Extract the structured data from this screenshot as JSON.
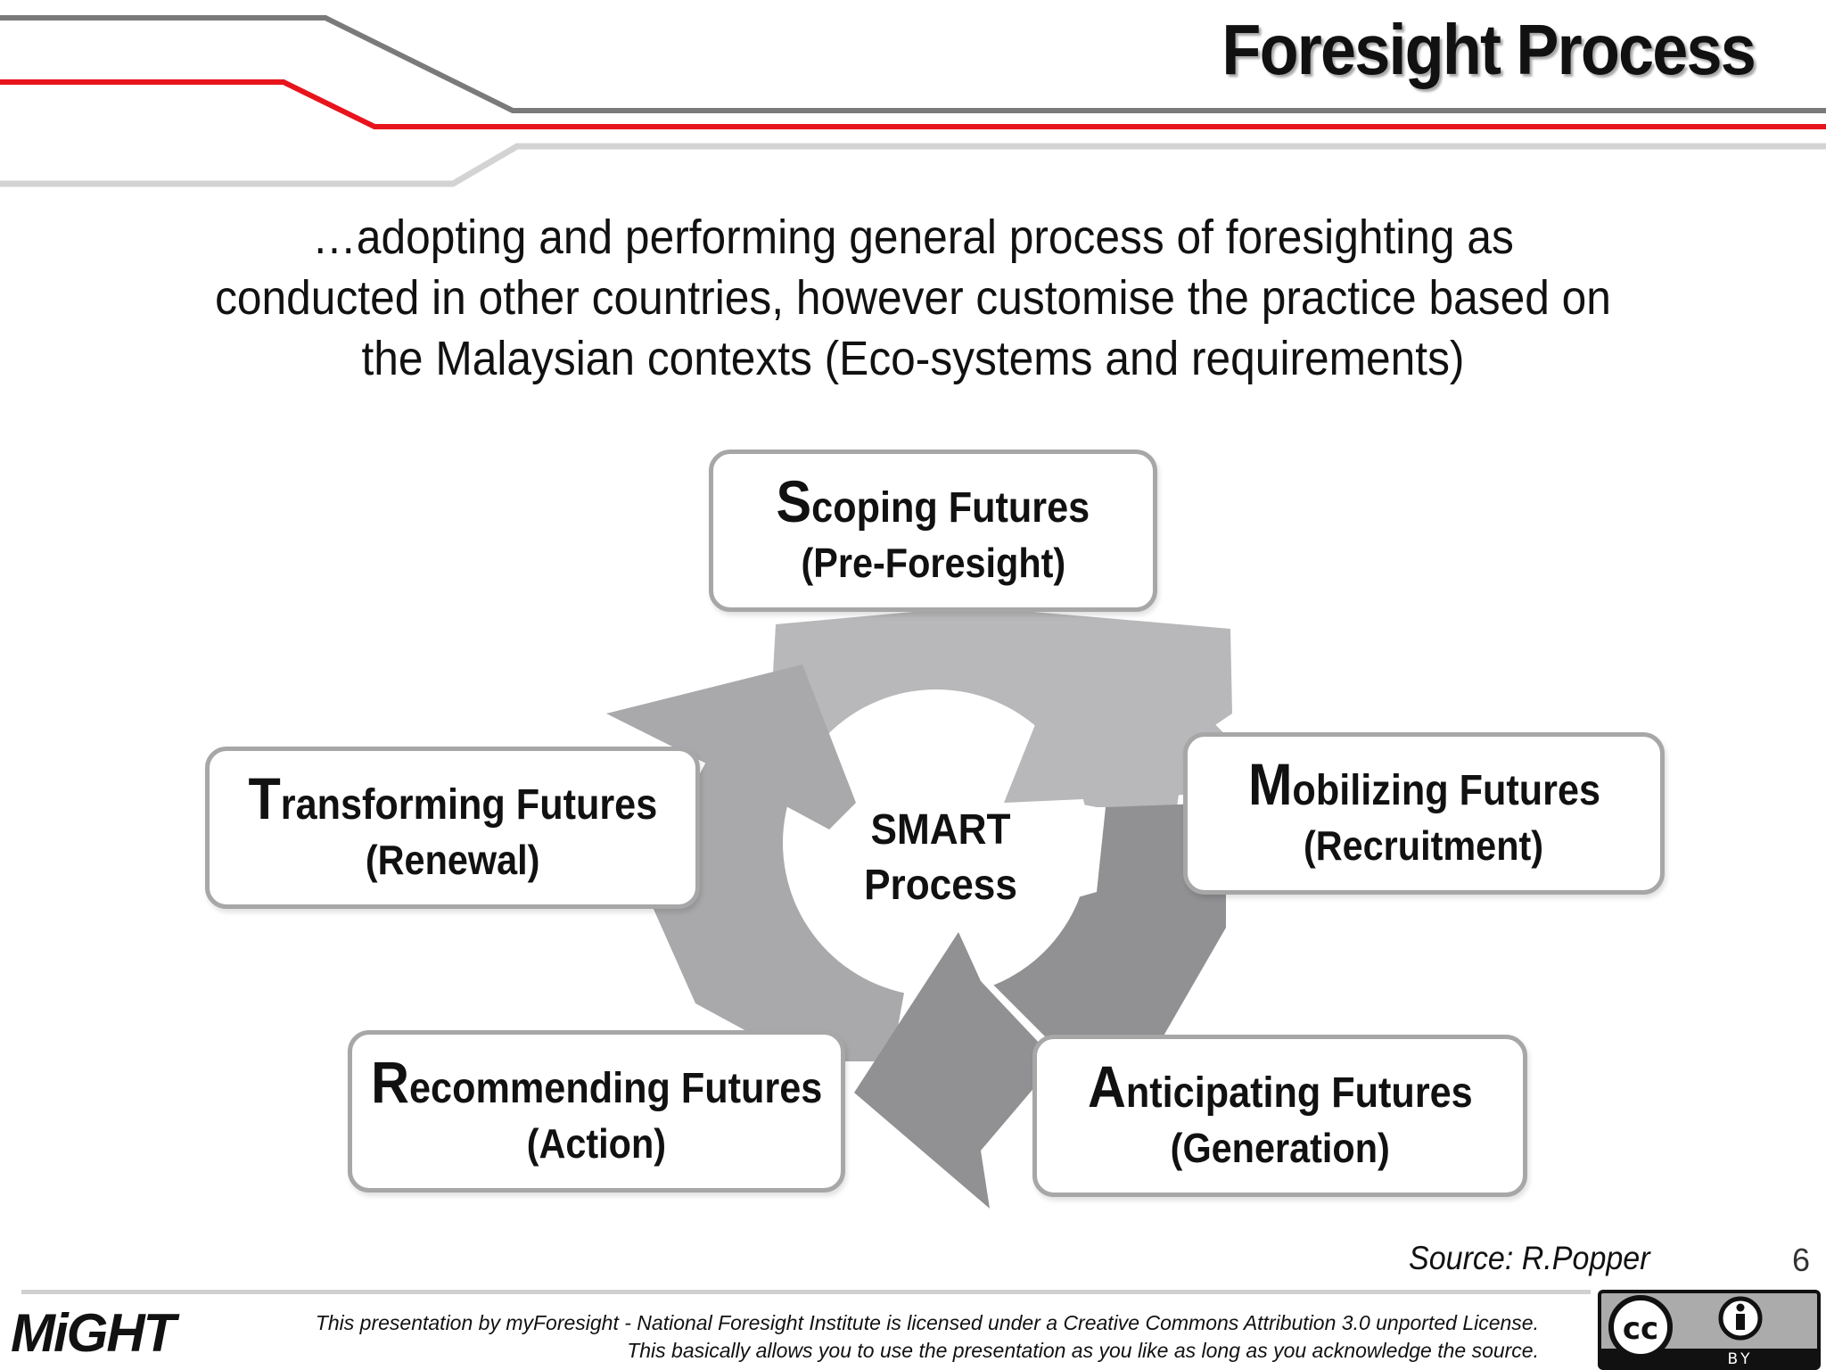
{
  "slide": {
    "title": "Foresight Process",
    "subtitle": "…adopting and performing general process of foresighting as conducted in other countries, however customise the practice based on the Malaysian contexts (Eco-systems and requirements)",
    "page_number": "6"
  },
  "diagram": {
    "center": {
      "line1": "SMART",
      "line2": "Process"
    },
    "stages": [
      {
        "initial": "S",
        "rest": "coping Futures",
        "phase": "(Pre-Foresight)"
      },
      {
        "initial": "M",
        "rest": "obilizing Futures",
        "phase": "(Recruitment)"
      },
      {
        "initial": "A",
        "rest": "nticipating Futures",
        "phase": "(Generation)"
      },
      {
        "initial": "R",
        "rest": "ecommending Futures",
        "phase": "(Action)"
      },
      {
        "initial": "T",
        "rest": "ransforming Futures",
        "phase": "(Renewal)"
      }
    ]
  },
  "footer": {
    "source": "Source: R.Popper",
    "logo": "MiGHT",
    "license_line1": "This presentation by myForesight - National Foresight Institute is licensed under a Creative Commons Attribution 3.0 unported License.",
    "license_line2": "This basically allows you to use the presentation as you like as long as you acknowledge the source.",
    "cc_icon": "cc",
    "by_label": "BY"
  },
  "colors": {
    "accent_red": "#e8141c",
    "line_gray": "#7a7a7a",
    "light_gray": "#cfcfcf",
    "arrow_light": "#b8b8ba",
    "arrow_mid": "#a9a8ab",
    "arrow_dark": "#919093"
  }
}
